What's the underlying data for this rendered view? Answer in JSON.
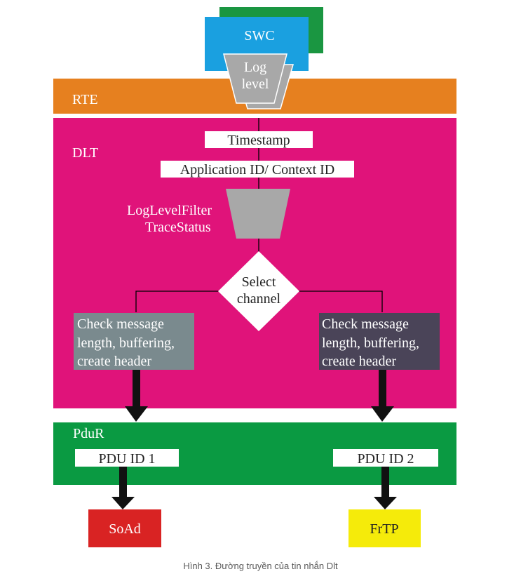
{
  "diagram": {
    "swc": {
      "label": "SWC"
    },
    "log_level": {
      "line1": "Log",
      "line2": "level"
    },
    "rte": {
      "label": "RTE"
    },
    "dlt": {
      "label": "DLT",
      "timestamp": "Timestamp",
      "app_context_id": "Application ID/ Context ID",
      "filter": {
        "line1": "LogLevelFilter",
        "line2": "TraceStatus"
      },
      "select_channel": {
        "line1": "Select",
        "line2": "channel"
      },
      "check_left": {
        "line1": "Check message",
        "line2": "length, buffering,",
        "line3": "create header"
      },
      "check_right": {
        "line1": "Check message",
        "line2": "length, buffering,",
        "line3": "create header"
      }
    },
    "pdur": {
      "label": "PduR",
      "pdu1": "PDU ID 1",
      "pdu2": "PDU ID 2"
    },
    "soad": {
      "label": "SoAd"
    },
    "frtp": {
      "label": "FrTP"
    }
  },
  "caption": "Hình 3. Đường truyền của tin nhắn Dlt",
  "colors": {
    "swc_back": "#1a9641",
    "swc_front": "#1aa0e0",
    "log_level": "#a8a8a8",
    "rte": "#e6801f",
    "dlt": "#e0137a",
    "check_left": "#7a8a8e",
    "check_right": "#4a4458",
    "pdur": "#0a9a42",
    "soad": "#d92323",
    "frtp": "#f5eb0a"
  }
}
